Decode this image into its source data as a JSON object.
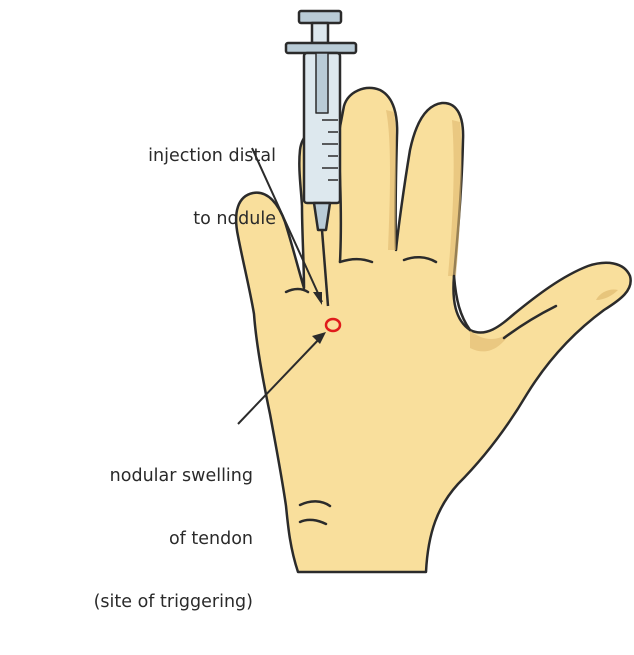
{
  "labels": {
    "injection": [
      "injection distal",
      "to nodule"
    ],
    "nodule": [
      "nodular swelling",
      "of tendon",
      "(site of triggering)"
    ]
  },
  "colors": {
    "skin": "#f9df9c",
    "skin_shadow": "#dfb96f",
    "outline": "#2b2b2b",
    "syringe_barrel": "#dde8ee",
    "syringe_plunger": "#b9cbd6",
    "nodule_marker": "#e01b1b"
  },
  "icons": {
    "syringe": "syringe-icon",
    "hand": "hand-illustration"
  }
}
